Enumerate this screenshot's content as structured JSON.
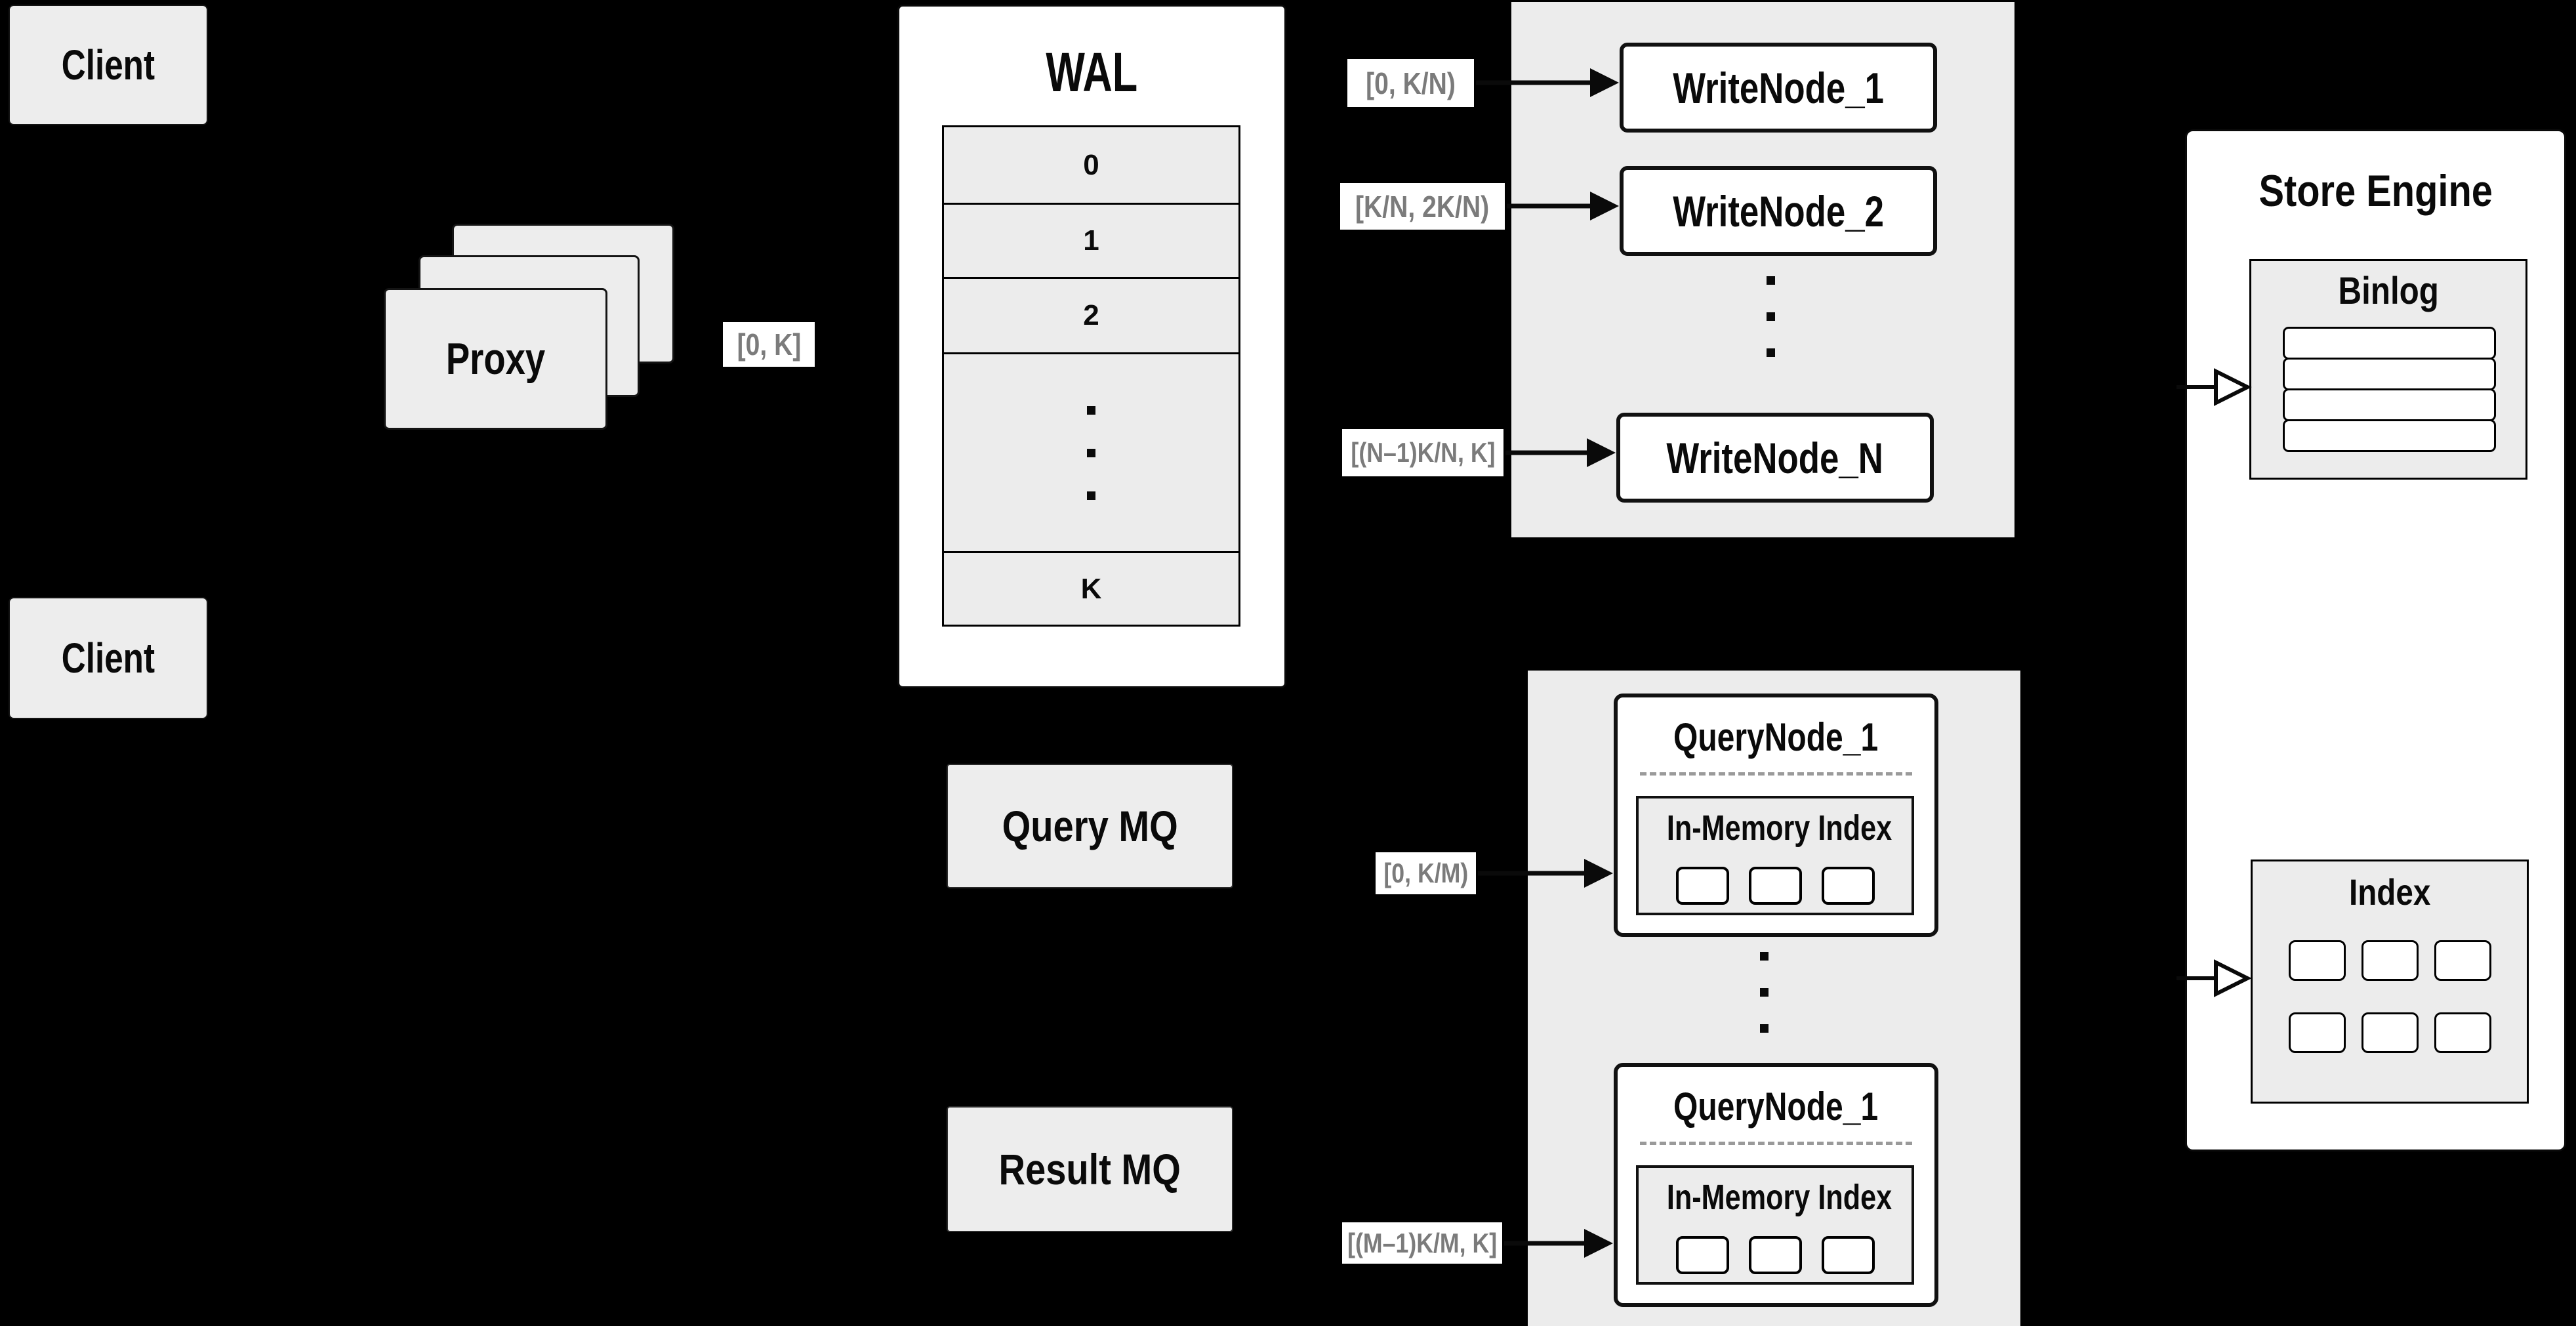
{
  "colors": {
    "background": "#000000",
    "panel_gray": "#ececec",
    "box_fill": "#ededed",
    "node_white": "#ffffff",
    "border_black": "#111111",
    "range_label_text": "#7b7b7b"
  },
  "clients": {
    "top_label": "Client",
    "bottom_label": "Client"
  },
  "proxy": {
    "label": "Proxy",
    "range_label": "[0, K]"
  },
  "wal": {
    "title": "WAL",
    "rows": [
      "0",
      "1",
      "2"
    ],
    "last_row": "K"
  },
  "write_group": {
    "nodes": [
      {
        "range": "[0, K/N)",
        "label": "WriteNode_1"
      },
      {
        "range": "[K/N, 2K/N)",
        "label": "WriteNode_2"
      },
      {
        "range": "[(N–1)K/N, K]",
        "label": "WriteNode_N"
      }
    ]
  },
  "mq": {
    "query_label": "Query MQ",
    "result_label": "Result MQ"
  },
  "query_group": {
    "nodes": [
      {
        "range": "[0, K/M)",
        "label": "QueryNode_1",
        "inner_label": "In-Memory Index"
      },
      {
        "range": "[(M–1)K/M, K]",
        "label": "QueryNode_1",
        "inner_label": "In-Memory Index"
      }
    ]
  },
  "store_engine": {
    "title": "Store Engine",
    "binlog_title": "Binlog",
    "index_title": "Index"
  }
}
